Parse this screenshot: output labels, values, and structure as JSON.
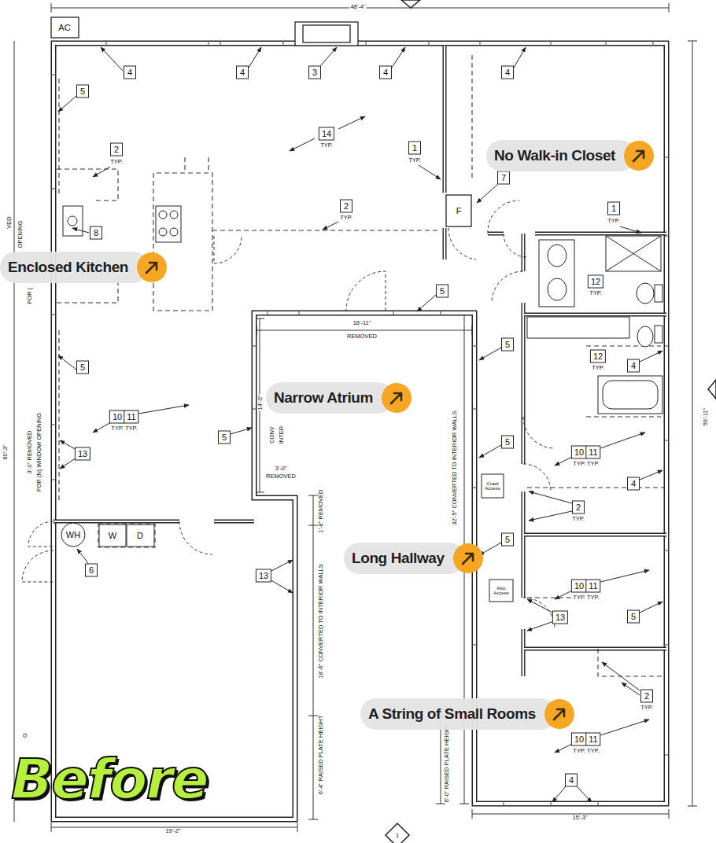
{
  "diagram": {
    "title": "Before",
    "nodes": [
      {
        "text": [
          "No Walk-in Closet"
        ]
      },
      {
        "text": [
          "Enclosed Kitchen"
        ]
      },
      {
        "text": [
          "Narrow Atrium"
        ]
      },
      {
        "text": [
          "Long Hallway"
        ]
      },
      {
        "text": [
          "A String of Small Rooms"
        ]
      }
    ],
    "labels": [
      "48'-4\"",
      "AC",
      "4",
      "4",
      "3",
      "4",
      "4",
      "5",
      "14",
      "TYP.",
      "1",
      "TYP.",
      "2",
      "TYP.",
      "7",
      "F",
      "2",
      "TYP.",
      "1",
      "TYP.",
      "VED",
      "OPENING",
      "8",
      "FOR (",
      "12",
      "TYP.",
      "5",
      "16'-11\"",
      "REMOVED",
      "5",
      "12",
      "TYP.",
      "4",
      "5",
      "14'-0\"",
      "10",
      "11",
      "TYP. TYP.",
      "CONV",
      "INTER",
      "5",
      "5",
      "10",
      "11",
      "TYP. TYP.",
      "60'-3\"",
      "3'-0\" REMOVED",
      "FOR (N) WINDOW OPENING",
      "13",
      "32'-5\" CONVERTED TO INTERIOR WALLS",
      "3'-0\"",
      "REMOVED",
      "Crawl Access",
      "4",
      "2",
      "TYP.",
      "1'-8\" REMOVED",
      "WH",
      "W",
      "D",
      "5",
      "6",
      "13",
      "10",
      "11",
      "TYP. TYP.",
      "Attic Access",
      "13",
      "5",
      "18'-6\" CONVERTED TO INTERIOR WALLS",
      "2",
      "TYP.",
      "G",
      "10",
      "11",
      "TYP. TYP.",
      "6'-4\" RAISED PLATE HEIGHT",
      "6'-0\" RAISED PLATE HEIGHT",
      "4",
      "15'-3\"",
      "19'-2\"",
      "1",
      "59'-11\""
    ]
  }
}
